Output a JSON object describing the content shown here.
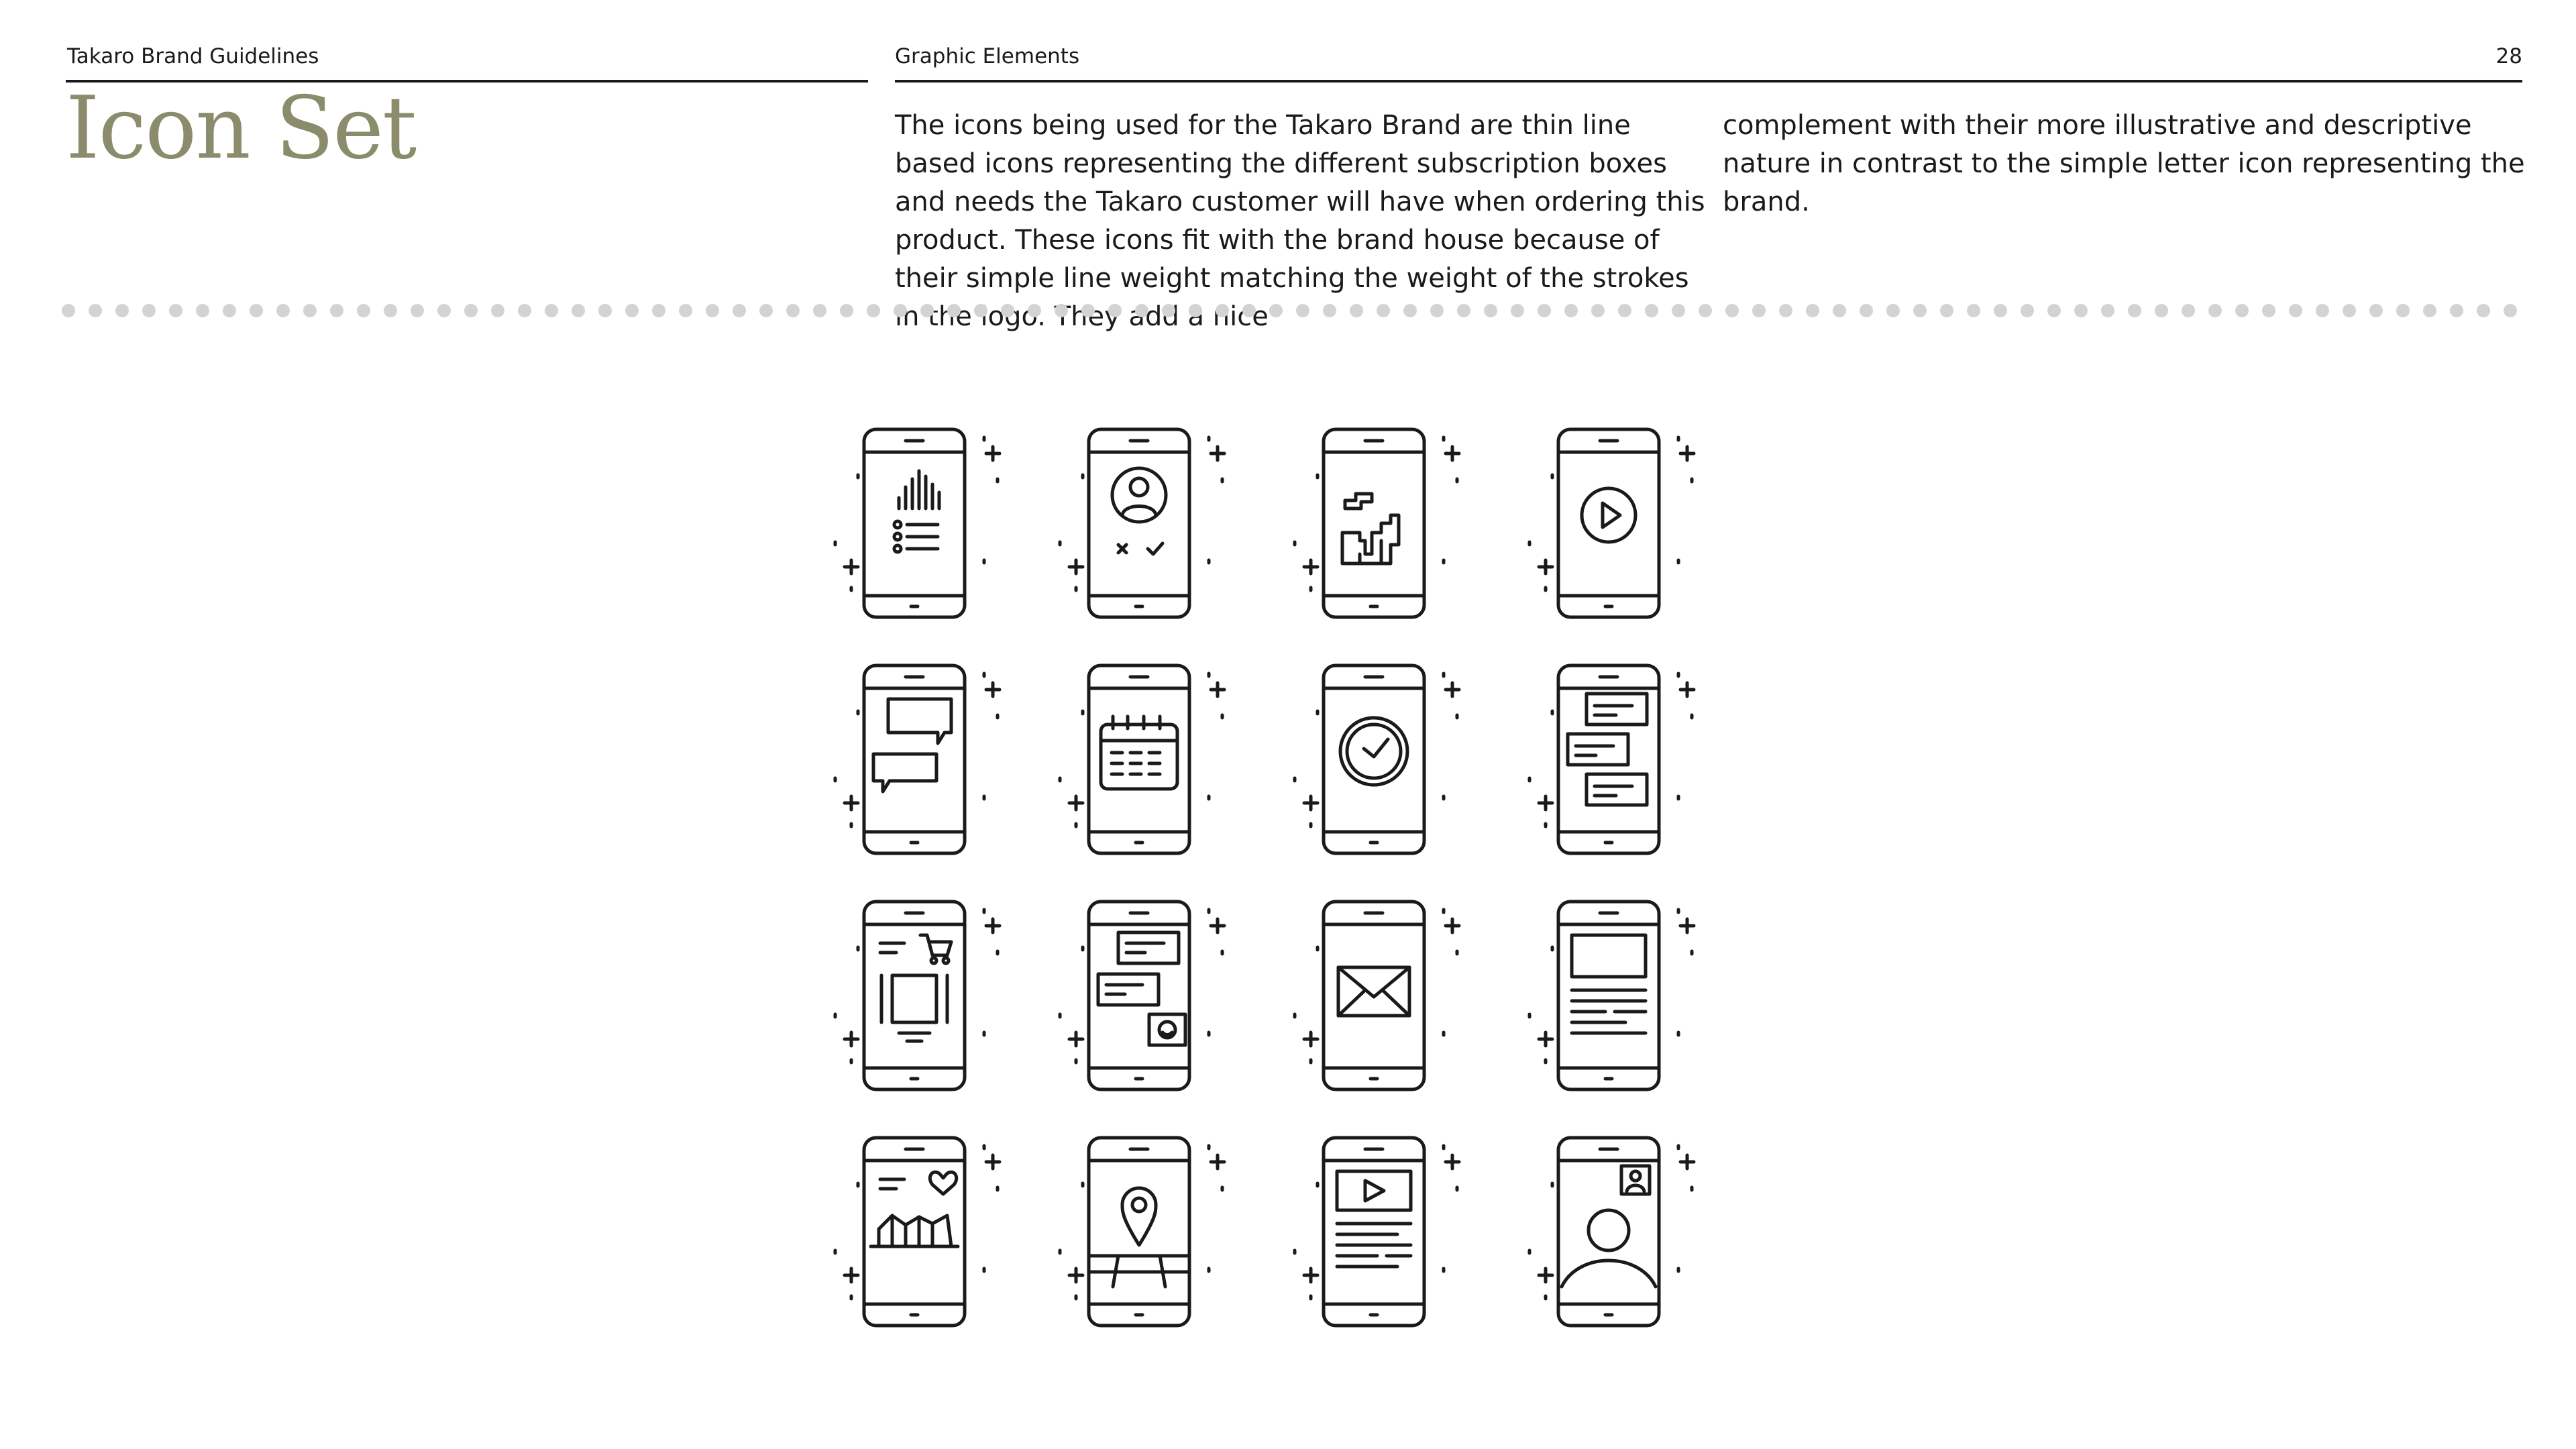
{
  "header": {
    "document_title": "Takaro Brand Guidelines",
    "section": "Graphic Elements",
    "page_number": "28"
  },
  "title": "Icon Set",
  "body_text": {
    "col1": "The icons being used for the Takaro Brand are thin line based icons representing the different subscription boxes and needs the Takaro customer will have when ordering this product. These icons fit with the brand house because of their simple line weight matching the weight of the strokes in the logo. They add a nice",
    "col2": "complement with their more illustrative and descriptive nature in contrast to the simple letter icon representing the brand."
  },
  "colors": {
    "title": "#8a8c6b",
    "text": "#1a1a1a",
    "divider_dots": "#d3d3d3",
    "icon_stroke": "#1a1a1a"
  },
  "icons": [
    [
      "phone-equalizer-list-icon",
      "phone-profile-approve-icon",
      "phone-blocks-game-icon",
      "phone-play-video-icon"
    ],
    [
      "phone-chat-bubbles-icon",
      "phone-calendar-icon",
      "phone-clock-icon",
      "phone-message-list-icon"
    ],
    [
      "phone-shop-cart-icon",
      "phone-chat-emoji-icon",
      "phone-mail-icon",
      "phone-article-icon"
    ],
    [
      "phone-bridge-like-icon",
      "phone-map-pin-icon",
      "phone-video-article-icon",
      "phone-profile-photo-icon"
    ]
  ]
}
